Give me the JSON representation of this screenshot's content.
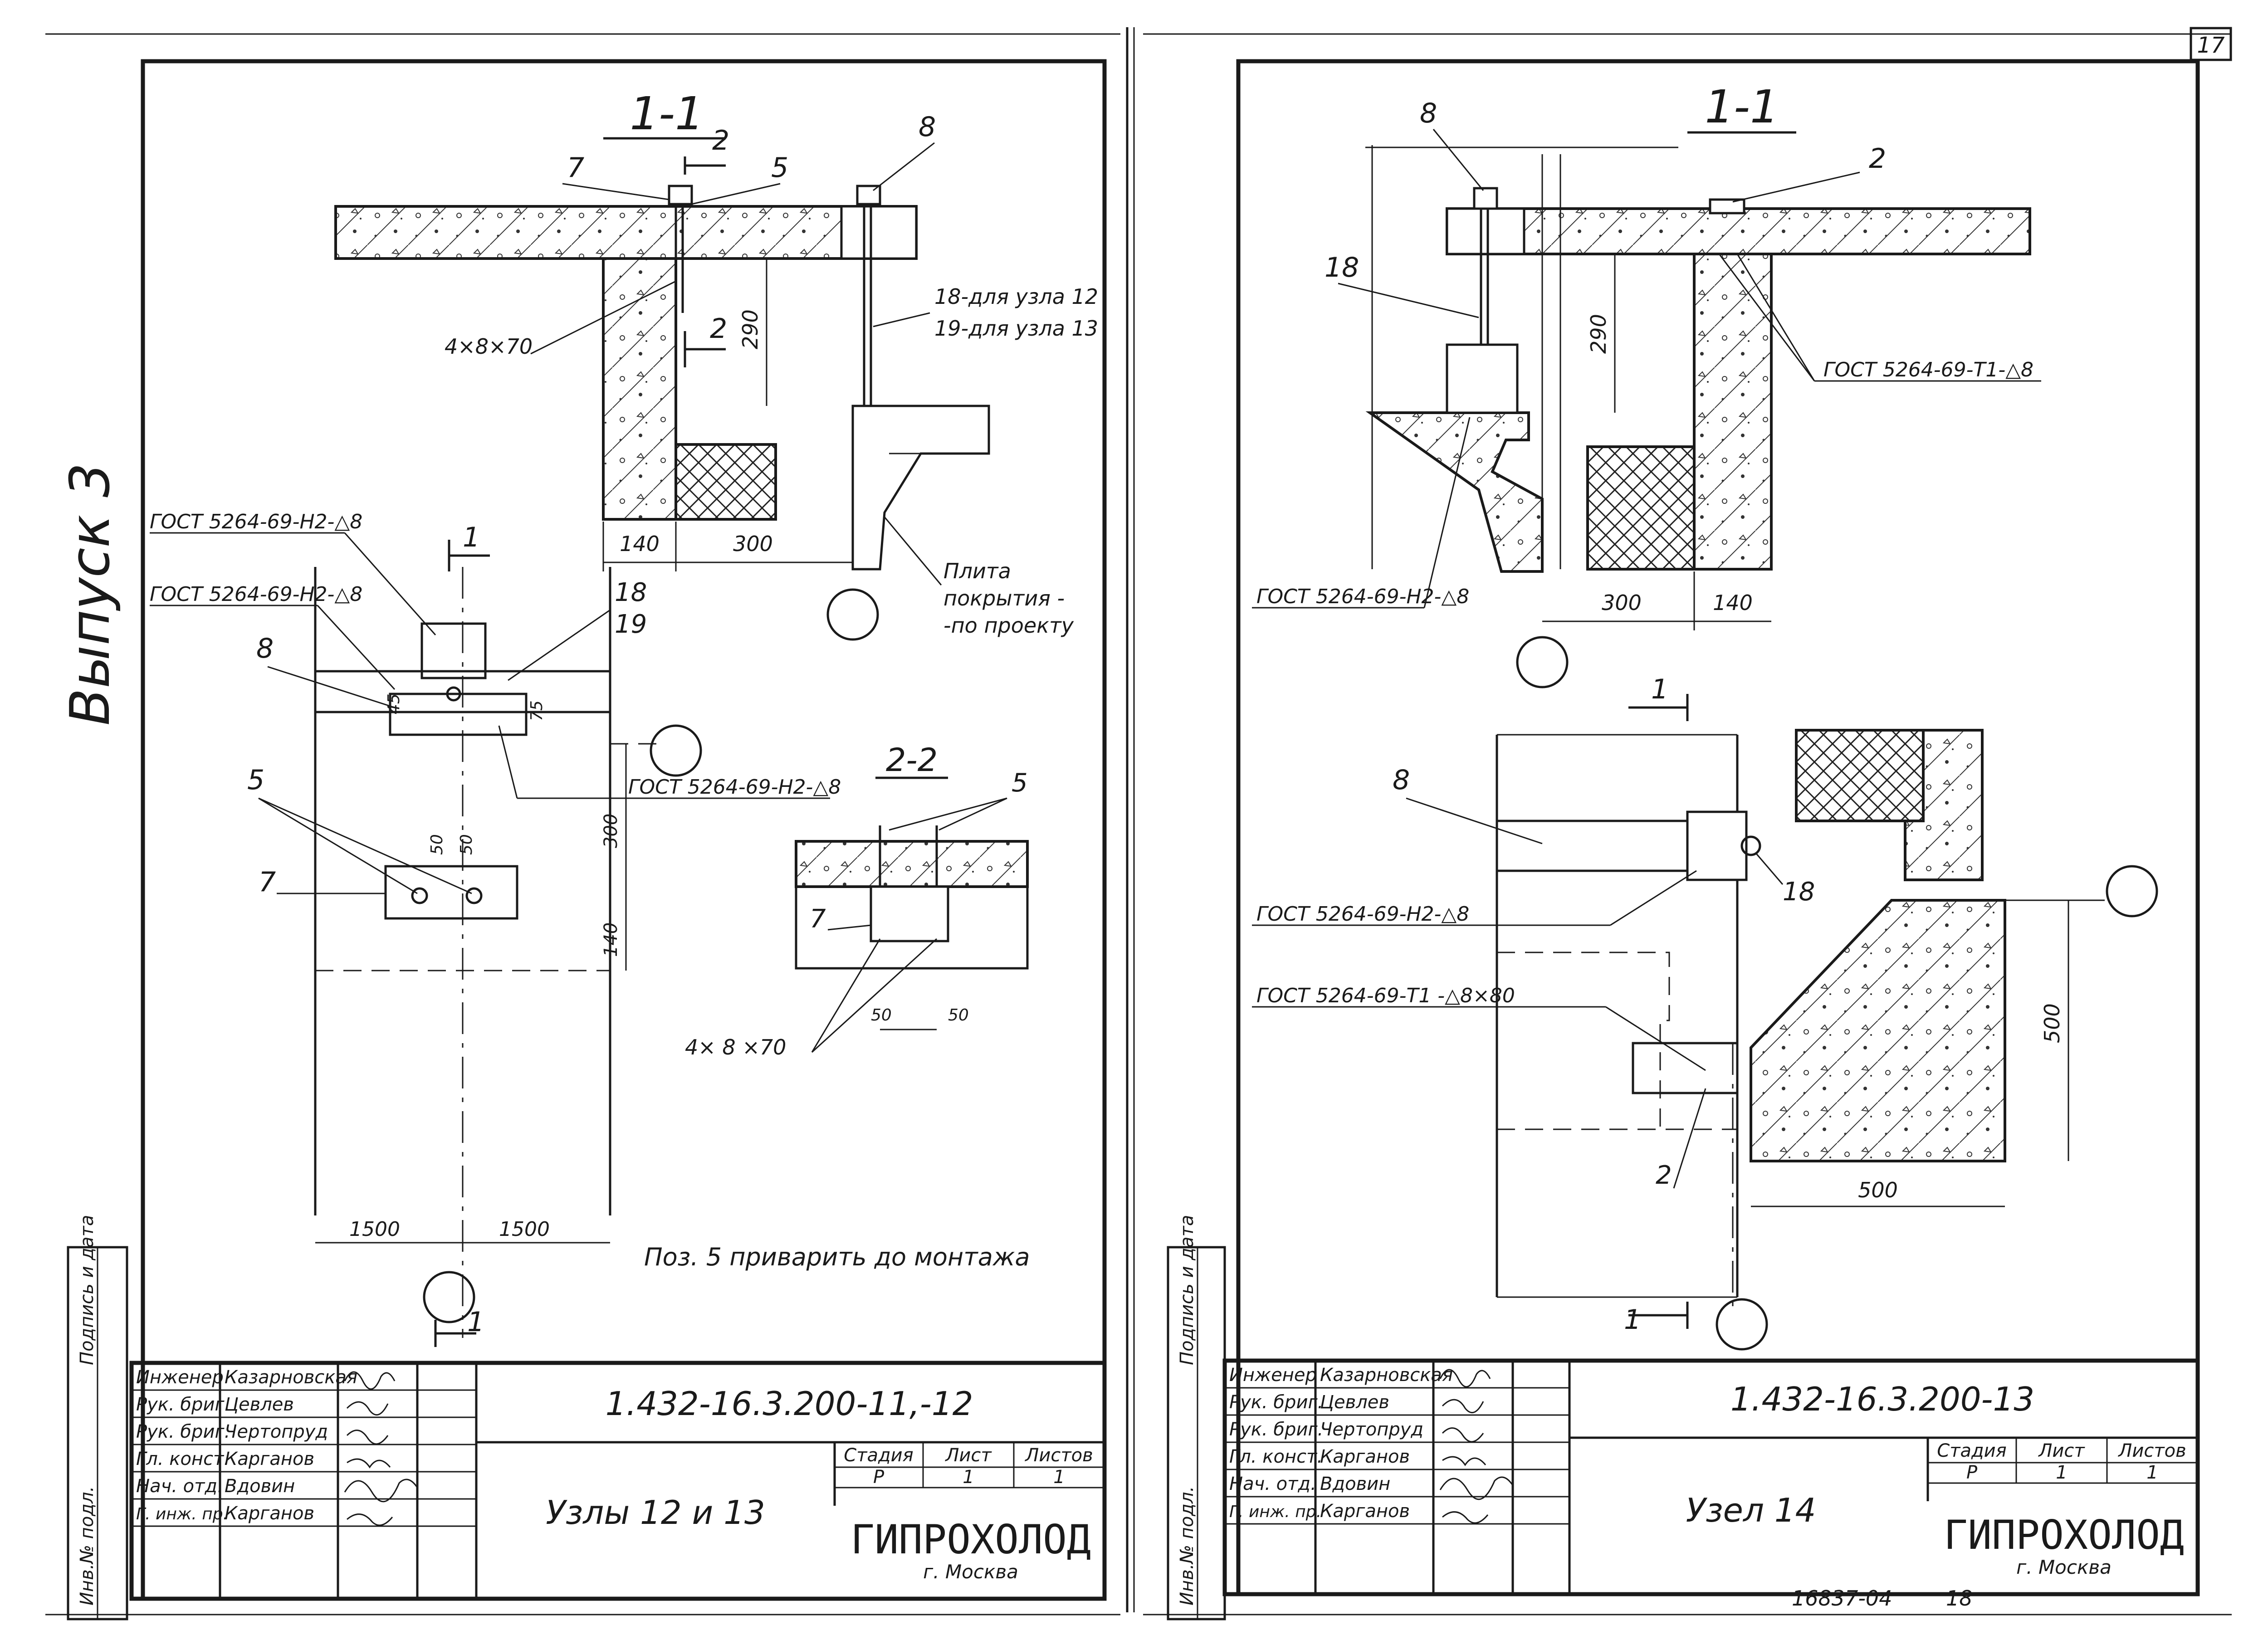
{
  "sheet": {
    "sheet_number": "17",
    "volume_label": "Выпуск 3",
    "archive_number": "16837-04",
    "archive_page": "18",
    "side_stamp": {
      "signature_date": "Подпись и дата",
      "inventory": "Инв.№ подл."
    }
  },
  "left_drawing": {
    "section_1_1": "1-1",
    "section_2_2": "2-2",
    "cut_mark_1": "1",
    "cut_mark_2": "2",
    "callouts": {
      "pos_7": "7",
      "pos_5": "5",
      "pos_8": "8",
      "pos_18": "18",
      "pos_19": "19",
      "pos_2": "2"
    },
    "notes": {
      "n18": "18-для узла 12",
      "n19": "19-для узла 13",
      "bolt_top": "4×8×70",
      "bolt_bottom": "4× 8 ×70",
      "slab_line1": "Плита",
      "slab_line2": "покрытия -",
      "slab_line3": "-по проекту",
      "weld_1": "ГОСТ 5264-69-Н2-△8",
      "weld_2": "ГОСТ 5264-69-Н2-△8",
      "weld_3": "ГОСТ 5264-69-Н2-△8",
      "footnote": "Поз. 5 приварить до монтажа"
    },
    "dims": {
      "d140": "140",
      "d300": "300",
      "d290": "290",
      "d45": "45",
      "d75": "75",
      "d50a": "50",
      "d50b": "50",
      "d300v": "300",
      "d140v": "140",
      "d1500a": "1500",
      "d1500b": "1500",
      "d50c": "50",
      "d50d": "50"
    }
  },
  "left_title_block": {
    "rows": [
      {
        "role": "Инженер",
        "name": "Казарновская"
      },
      {
        "role": "Рук. бриг.",
        "name": "Цевлев"
      },
      {
        "role": "Рук. бриг.",
        "name": "Чертопруд"
      },
      {
        "role": "Гл. конст.",
        "name": "Карганов"
      },
      {
        "role": "Нач. отд.",
        "name": "Вдовин"
      },
      {
        "role": "Г. инж. пр.",
        "name": "Карганов"
      }
    ],
    "doc_code": "1.432-16.3.200-11,-12",
    "title": "Узлы 12 и 13",
    "stage_label": "Стадия",
    "sheet_label": "Лист",
    "sheets_label": "Листов",
    "stage": "Р",
    "sheet": "1",
    "sheets": "1",
    "org": "ГИПРОХОЛОД",
    "city": "г. Москва"
  },
  "right_drawing": {
    "section_1_1": "1-1",
    "cut_mark_1": "1",
    "callouts": {
      "pos_8a": "8",
      "pos_2a": "2",
      "pos_18a": "18",
      "pos_8b": "8",
      "pos_18b": "18",
      "pos_2b": "2"
    },
    "notes": {
      "weld_t1": "ГОСТ 5264-69-Т1-△8",
      "weld_h2a": "ГОСТ 5264-69-Н2-△8",
      "weld_h2b": "ГОСТ 5264-69-Н2-△8",
      "weld_t1_80": "ГОСТ 5264-69-Т1 -△8×80"
    },
    "dims": {
      "d290": "290",
      "d300": "300",
      "d140": "140",
      "d500v": "500",
      "d500h": "500"
    }
  },
  "right_title_block": {
    "rows": [
      {
        "role": "Инженер",
        "name": "Казарновская"
      },
      {
        "role": "Рук. бриг.",
        "name": "Цевлев"
      },
      {
        "role": "Рук. бриг.",
        "name": "Чертопруд"
      },
      {
        "role": "Гл. конст.",
        "name": "Карганов"
      },
      {
        "role": "Нач. отд.",
        "name": "Вдовин"
      },
      {
        "role": "Г. инж. пр.",
        "name": "Карганов"
      }
    ],
    "doc_code": "1.432-16.3.200-13",
    "title": "Узел 14",
    "stage_label": "Стадия",
    "sheet_label": "Лист",
    "sheets_label": "Листов",
    "stage": "Р",
    "sheet": "1",
    "sheets": "1",
    "org": "ГИПРОХОЛОД",
    "city": "г. Москва"
  }
}
